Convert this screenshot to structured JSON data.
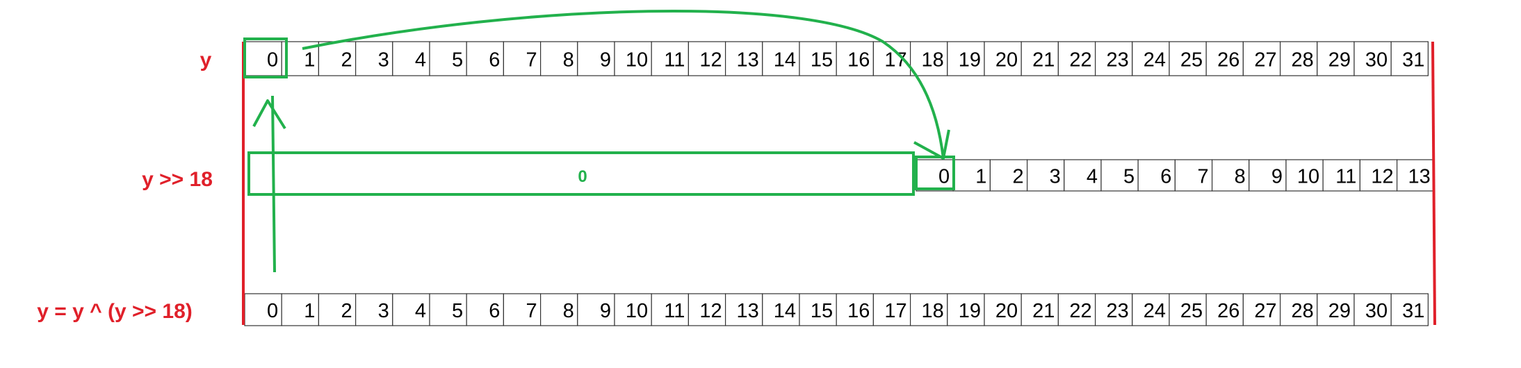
{
  "colors": {
    "label": "#e0202a",
    "boundary": "#e0202a",
    "highlight": "#22b14c",
    "cell_border": "#333333",
    "text": "#000000"
  },
  "rows": [
    {
      "id": "y",
      "label": "y",
      "cells": [
        "0",
        "1",
        "2",
        "3",
        "4",
        "5",
        "6",
        "7",
        "8",
        "9",
        "10",
        "11",
        "12",
        "13",
        "14",
        "15",
        "16",
        "17",
        "18",
        "19",
        "20",
        "21",
        "22",
        "23",
        "24",
        "25",
        "26",
        "27",
        "28",
        "29",
        "30",
        "31"
      ]
    },
    {
      "id": "shifted",
      "label": "y >> 18",
      "zero_fill_label": "0",
      "cells": [
        "0",
        "1",
        "2",
        "3",
        "4",
        "5",
        "6",
        "7",
        "8",
        "9",
        "10",
        "11",
        "12",
        "13"
      ]
    },
    {
      "id": "result",
      "label": "y = y ^ (y >> 18)",
      "cells": [
        "0",
        "1",
        "2",
        "3",
        "4",
        "5",
        "6",
        "7",
        "8",
        "9",
        "10",
        "11",
        "12",
        "13",
        "14",
        "15",
        "16",
        "17",
        "18",
        "19",
        "20",
        "21",
        "22",
        "23",
        "24",
        "25",
        "26",
        "27",
        "28",
        "29",
        "30",
        "31"
      ]
    }
  ]
}
